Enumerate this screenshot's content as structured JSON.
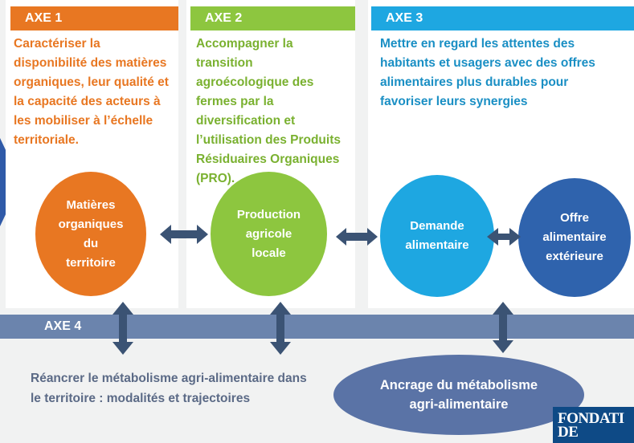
{
  "axes": [
    {
      "label": "AXE 1",
      "color": "#e87722",
      "text": "Caractériser la disponibilité des matières organiques, leur qualité et la capacité des acteurs à les mobiliser à l’échelle territoriale."
    },
    {
      "label": "AXE 2",
      "color": "#8dc63f",
      "text": "Accompagner la transition agroécologique des fermes par la diversification et l’utilisation des Produits Résiduaires Organiques (PRO)."
    },
    {
      "label": "AXE 3",
      "color": "#1ea7e1",
      "text": "Mettre en regard les attentes des habitants et usagers avec des offres alimentaires plus durables pour favoriser leurs synergies"
    },
    {
      "label": "AXE 4",
      "color": "#6b84ad",
      "text": "Réancrer le métabolisme agri-alimentaire dans le territoire : modalités et trajectoires"
    }
  ],
  "nodes": {
    "matieres": {
      "label": "Matières\norganiques\ndu\nterritoire",
      "color": "#e87722"
    },
    "production": {
      "label": "Production\nagricole\nlocale",
      "color": "#8dc63f"
    },
    "demande": {
      "label": "Demande\nalimentaire",
      "color": "#1ea7e1"
    },
    "offre": {
      "label": "Offre\nalimentaire\nextérieure",
      "color": "#2f63ad"
    },
    "ancrage": {
      "label": "Ancrage du métabolisme\nagri-alimentaire",
      "color": "#5a73a6"
    }
  },
  "connector_color": "#3b5374",
  "logo": {
    "text": "FONDATI\nDE"
  }
}
